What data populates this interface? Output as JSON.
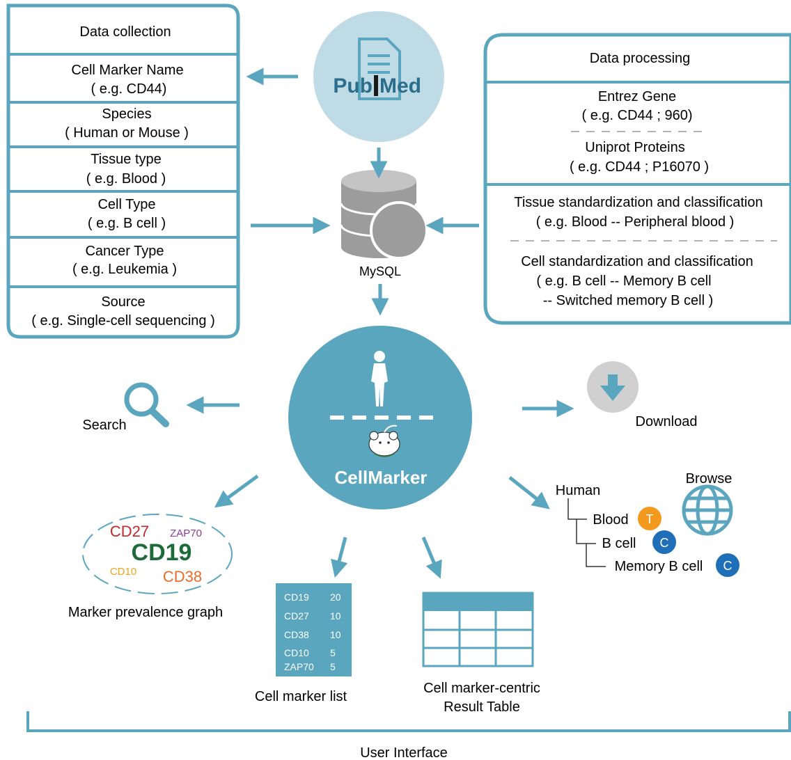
{
  "colors": {
    "accent": "#5ba6bf",
    "pubmed_circle": "#bfdce6",
    "pubmed_text": "#2a6e8c",
    "download_circle": "#d0d0d0",
    "tag_t": "#f39a1e",
    "tag_c": "#1f6fb8",
    "cloud_cd27": "#c3262f",
    "cloud_zap70": "#8e3a97",
    "cloud_cd19": "#1e6b3a",
    "cloud_cd10": "#f2a31b",
    "cloud_cd38": "#ee6a2c"
  },
  "collection": {
    "header": "Data collection",
    "rows": [
      {
        "title": "Cell Marker Name",
        "example": "( e.g. CD44)"
      },
      {
        "title": "Species",
        "example": "( Human or Mouse )"
      },
      {
        "title": "Tissue type",
        "example": "( e.g. Blood )"
      },
      {
        "title": "Cell Type",
        "example": "( e.g. B cell )"
      },
      {
        "title": "Cancer Type",
        "example": "( e.g. Leukemia )"
      },
      {
        "title": "Source",
        "example": "( e.g. Single-cell sequencing )"
      }
    ]
  },
  "pubmed": {
    "logo_prefix": "Pub",
    "logo_suffix": "Med",
    "icon": "document-icon"
  },
  "mysql": {
    "label": "MySQL",
    "icon": "database-icon"
  },
  "processing": {
    "header": "Data processing",
    "gene_title": "Entrez Gene",
    "gene_example": "( e.g. CD44 ; 960)",
    "protein_title": "Uniprot Proteins",
    "protein_example": "( e.g. CD44 ; P16070 )",
    "tissue_title": "Tissue standardization and classification",
    "tissue_example": "( e.g. Blood -- Peripheral blood )",
    "cell_title": "Cell standardization and classification",
    "cell_example_1": "( e.g. B cell -- Memory B cell",
    "cell_example_2": "-- Switched memory B cell )"
  },
  "center": {
    "label": "CellMarker"
  },
  "search": {
    "label": "Search",
    "icon": "magnifier-icon"
  },
  "download": {
    "label": "Download",
    "icon": "down-arrow-icon"
  },
  "browse": {
    "label": "Browse",
    "icon": "globe-icon",
    "tree": [
      {
        "label": "Human"
      },
      {
        "label": "Blood",
        "tag": "T"
      },
      {
        "label": "B cell",
        "tag": "C"
      },
      {
        "label": "Memory B cell",
        "tag": "C"
      }
    ]
  },
  "cloud": {
    "words": [
      "CD27",
      "ZAP70",
      "CD19",
      "CD10",
      "CD38"
    ],
    "caption": "Marker prevalence graph"
  },
  "marker_list": {
    "rows": [
      {
        "name": "CD19",
        "count": "20"
      },
      {
        "name": "CD27",
        "count": "10"
      },
      {
        "name": "CD38",
        "count": "10"
      },
      {
        "name": "CD10",
        "count": "5"
      },
      {
        "name": "ZAP70",
        "count": "5"
      }
    ],
    "caption": "Cell marker list"
  },
  "result_table": {
    "caption_1": "Cell marker-centric",
    "caption_2": "Result Table"
  },
  "footer": {
    "label": "User Interface"
  }
}
